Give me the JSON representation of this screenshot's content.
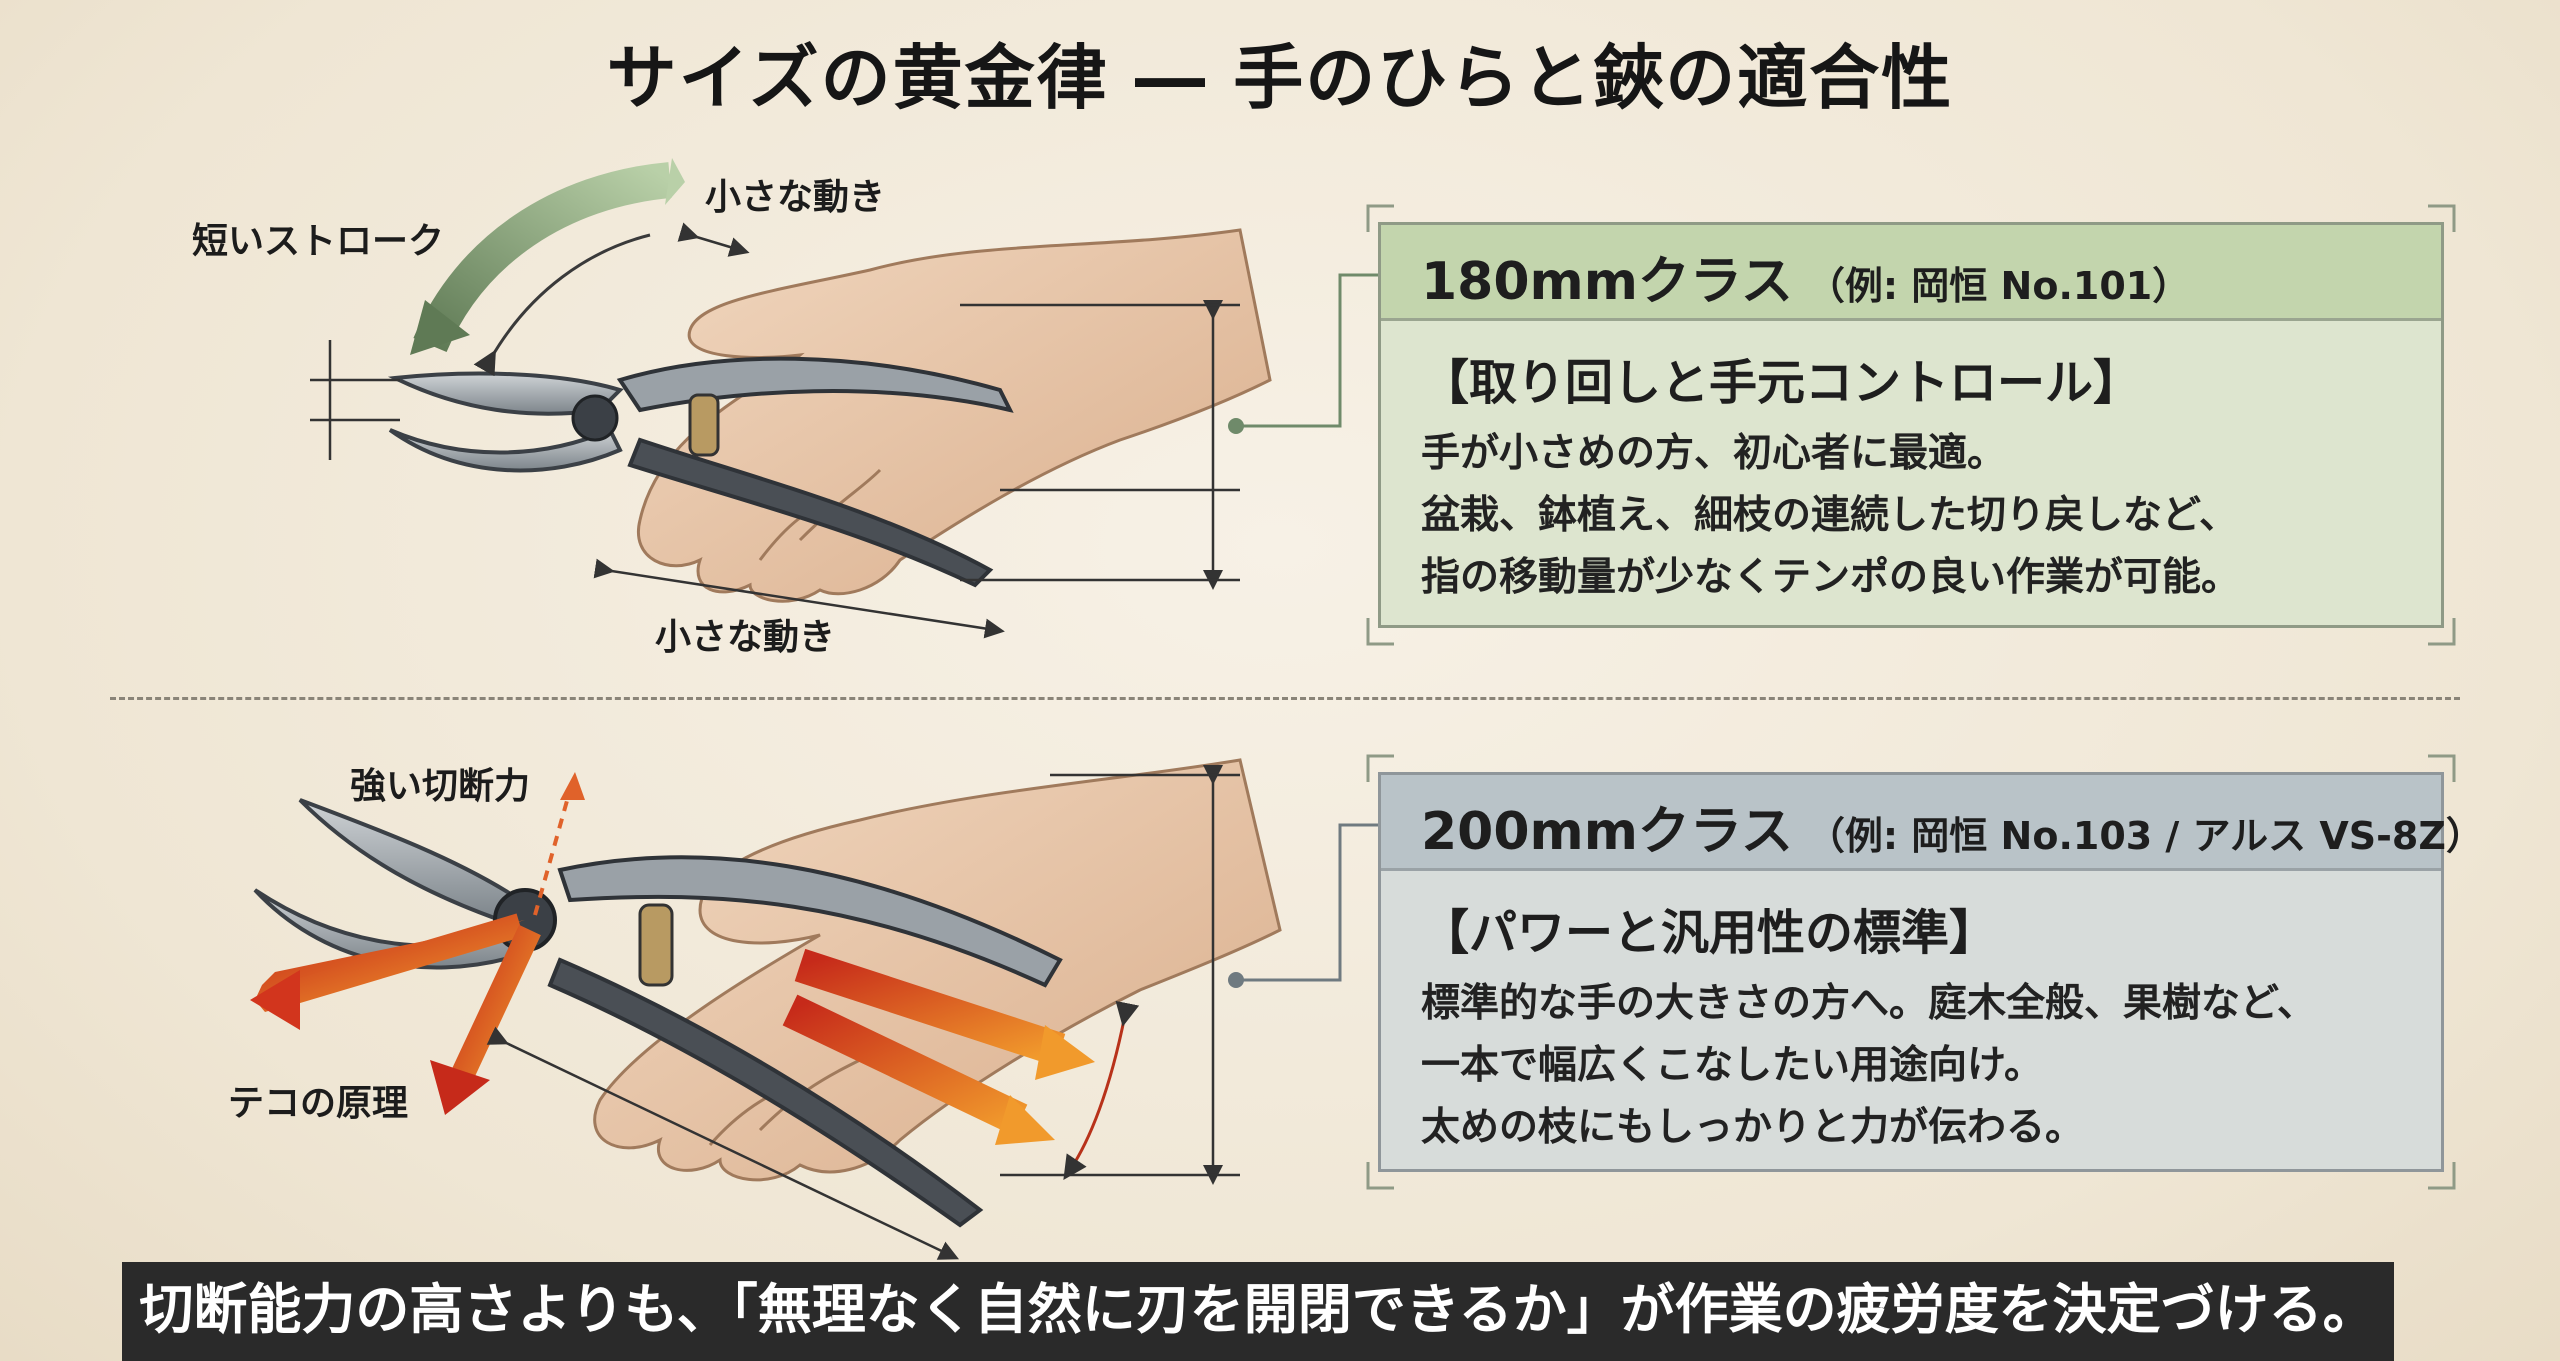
{
  "title": "サイズの黄金律 ― 手のひらと鋏の適合性",
  "top_diagram": {
    "label_stroke": "短いストローク",
    "label_motion_top": "小さな動き",
    "label_motion_bottom": "小さな動き"
  },
  "bottom_diagram": {
    "label_power": "強い切断力",
    "label_lever": "テコの原理"
  },
  "panels": [
    {
      "title": "180mmクラス",
      "example": "（例: 岡恒 No.101）",
      "subtitle": "【取り回しと手元コントロール】",
      "lines": [
        "手が小さめの方、初心者に最適。",
        "盆栽、鉢植え、細枝の連続した切り戻しなど、",
        "指の移動量が少なくテンポの良い作業が可能。"
      ],
      "accent": "#c3d5ad"
    },
    {
      "title": "200mmクラス",
      "example": "（例: 岡恒 No.103 / アルス VS-8Z）",
      "subtitle": "【パワーと汎用性の標準】",
      "lines": [
        "標準的な手の大きさの方へ。庭木全般、果樹など、",
        "一本で幅広くこなしたい用途向け。",
        "太めの枝にもしっかりと力が伝わる。"
      ],
      "accent": "#b9c3c8"
    }
  ],
  "banner": "切断能力の高さよりも、「無理なく自然に刃を開閉できるか」が作業の疲労度を決定づける。"
}
